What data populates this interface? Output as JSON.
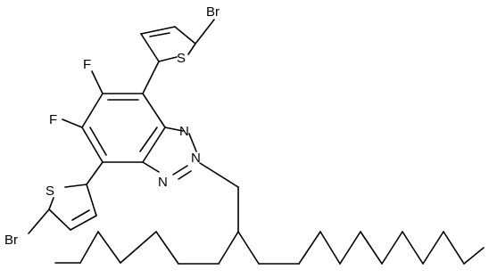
{
  "molecule": {
    "atoms": {
      "br_top": "Br",
      "s_top": "S",
      "f_upper": "F",
      "f_lower": "F",
      "n_upper": "N",
      "n_middle": "N",
      "n_lower": "N",
      "s_bottom": "S",
      "br_bottom": "Br"
    }
  }
}
